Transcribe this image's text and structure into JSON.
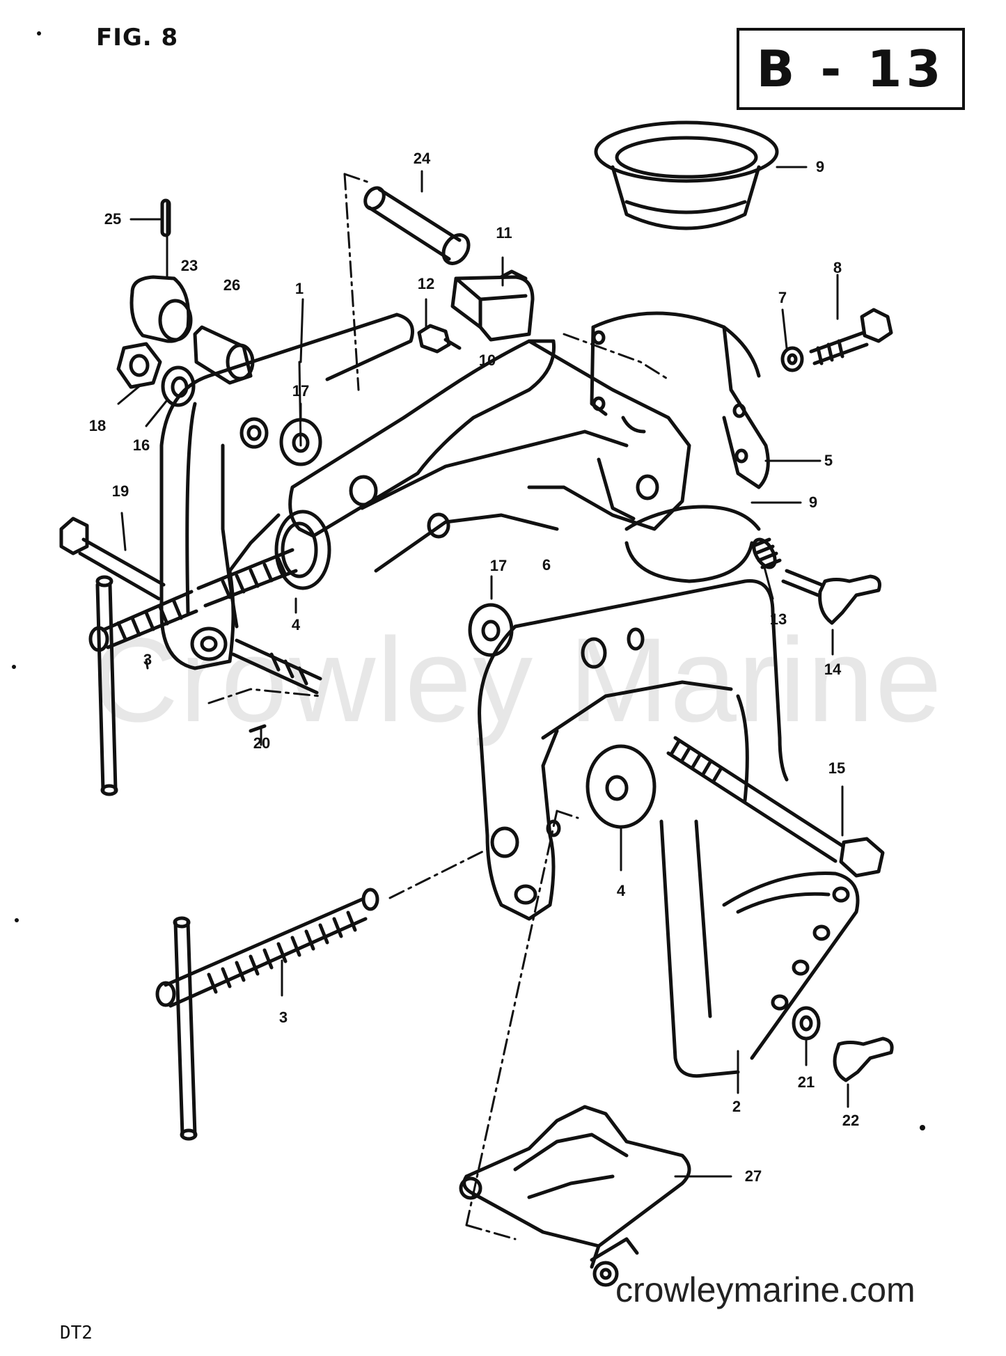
{
  "figure": {
    "title": "FIG. 8",
    "page_code": "B - 13",
    "model": "DT2",
    "website": "crowleymarine.com",
    "watermark": "Crowley Marine"
  },
  "callouts": [
    {
      "id": "c1",
      "label": "1"
    },
    {
      "id": "c2",
      "label": "2"
    },
    {
      "id": "c3a",
      "label": "3"
    },
    {
      "id": "c3b",
      "label": "3"
    },
    {
      "id": "c4a",
      "label": "4"
    },
    {
      "id": "c4b",
      "label": "4"
    },
    {
      "id": "c5",
      "label": "5"
    },
    {
      "id": "c6",
      "label": "6"
    },
    {
      "id": "c7",
      "label": "7"
    },
    {
      "id": "c8",
      "label": "8"
    },
    {
      "id": "c9a",
      "label": "9"
    },
    {
      "id": "c9b",
      "label": "9"
    },
    {
      "id": "c10",
      "label": "10"
    },
    {
      "id": "c11",
      "label": "11"
    },
    {
      "id": "c12",
      "label": "12"
    },
    {
      "id": "c13",
      "label": "13"
    },
    {
      "id": "c14",
      "label": "14"
    },
    {
      "id": "c15",
      "label": "15"
    },
    {
      "id": "c16",
      "label": "16"
    },
    {
      "id": "c17a",
      "label": "17"
    },
    {
      "id": "c17b",
      "label": "17"
    },
    {
      "id": "c18",
      "label": "18"
    },
    {
      "id": "c19",
      "label": "19"
    },
    {
      "id": "c20",
      "label": "20"
    },
    {
      "id": "c21",
      "label": "21"
    },
    {
      "id": "c22",
      "label": "22"
    },
    {
      "id": "c23",
      "label": "23"
    },
    {
      "id": "c24",
      "label": "24"
    },
    {
      "id": "c25",
      "label": "25"
    },
    {
      "id": "c26",
      "label": "26"
    },
    {
      "id": "c27",
      "label": "27"
    }
  ]
}
